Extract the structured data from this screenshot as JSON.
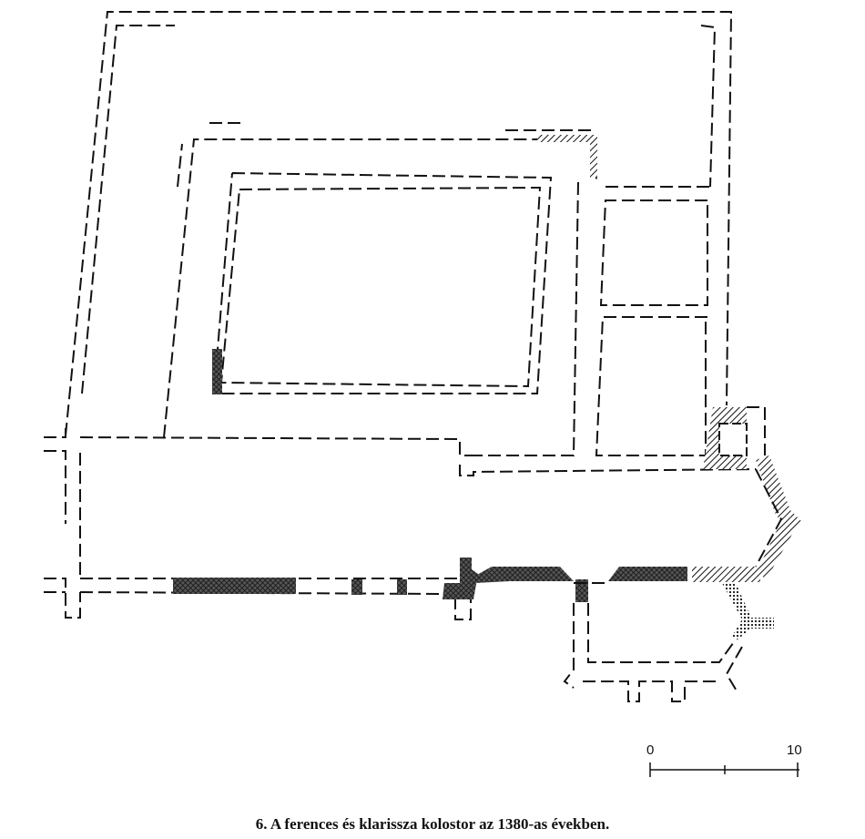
{
  "figure": {
    "caption": "6. A ferences és klarissza kolostor az 1380-as években.",
    "scale_bar": {
      "start_label": "0",
      "end_label": "10",
      "divisions": 2
    }
  },
  "colors": {
    "ink": "#111111",
    "paper": "#ffffff"
  }
}
